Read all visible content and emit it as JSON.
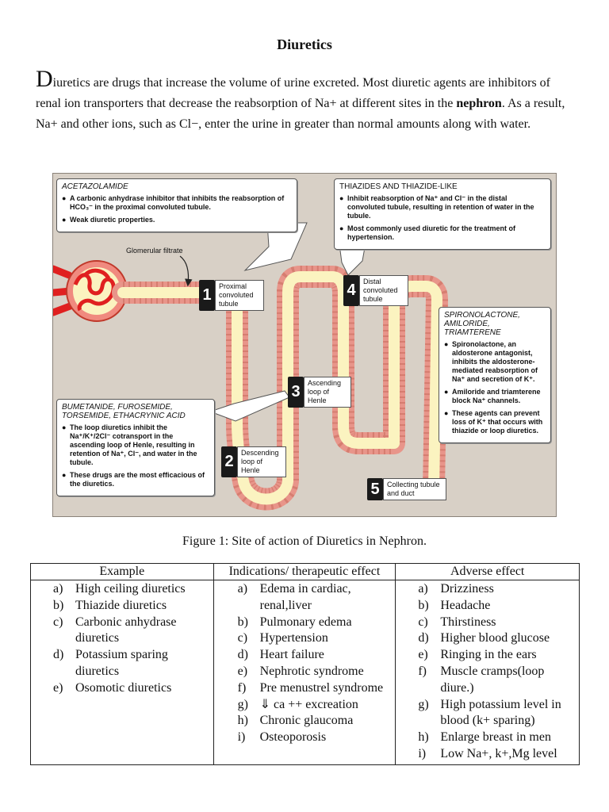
{
  "title": "Diuretics",
  "intro": {
    "dropcap": "D",
    "part1": "iuretics are drugs that increase the volume of urine excreted. Most diuretic agents are inhibitors of renal ion transporters that decrease the reabsorption of Na+ at different sites in the ",
    "bold": "nephron",
    "part2": ". As a result, Na+ and other ions, such as Cl−, enter the urine in greater than normal amounts along with water."
  },
  "figure": {
    "acetazolamide": {
      "heading": "ACETAZOLAMIDE",
      "points": [
        "A carbonic anhydrase inhibitor that inhibits the reabsorption of HCO₃⁻ in the proximal convoluted tubule.",
        "Weak diuretic properties."
      ]
    },
    "thiazides": {
      "heading": "THIAZIDES AND THIAZIDE-LIKE",
      "points": [
        "Inhibit reabsorption of Na⁺ and Cl⁻ in the distal convoluted tubule, resulting in retention of water in the tubule.",
        "Most commonly used diuretic for the treatment of hypertension."
      ]
    },
    "spironolactone": {
      "heading": "SPIRONOLACTONE, AMILORIDE, TRIAMTERENE",
      "points": [
        "Spironolactone, an aldosterone antagonist, inhibits the aldosterone-mediated reabsorption of Na⁺ and secretion of K⁺.",
        "Amiloride and triamterene block Na⁺ channels.",
        "These agents can prevent loss of K⁺ that occurs with thiazide or loop diuretics."
      ]
    },
    "loop": {
      "heading": "BUMETANIDE, FUROSEMIDE, TORSEMIDE, ETHACRYNIC ACID",
      "points": [
        "The loop diuretics inhibit the Na⁺/K⁺/2Cl⁻ cotransport in the ascending loop of Henle, resulting in retention of Na⁺, Cl⁻, and water in the tubule.",
        "These drugs are the most efficacious of the diuretics."
      ]
    },
    "glomerular_label": "Glomerular filtrate",
    "sites": [
      {
        "num": "1",
        "label": "Proximal convoluted tubule"
      },
      {
        "num": "2",
        "label": "Descending loop of Henle"
      },
      {
        "num": "3",
        "label": "Ascending loop of Henle"
      },
      {
        "num": "4",
        "label": "Distal convoluted tubule"
      },
      {
        "num": "5",
        "label": "Collecting tubule and duct"
      }
    ],
    "colors": {
      "background": "#d8d0c6",
      "tubule_wall": "#e8958a",
      "tubule_lumen": "#fbf3c0",
      "artery": "#e02020"
    }
  },
  "caption": "Figure 1: Site of action of Diuretics in Nephron.",
  "table": {
    "headers": [
      "Example",
      "Indications/ therapeutic effect",
      "Adverse effect"
    ],
    "examples": [
      {
        "m": "a)",
        "t": "High ceiling diuretics"
      },
      {
        "m": "b)",
        "t": "Thiazide diuretics"
      },
      {
        "m": "c)",
        "t": "Carbonic anhydrase diuretics"
      },
      {
        "m": "d)",
        "t": "Potassium sparing diuretics"
      },
      {
        "m": "e)",
        "t": "Osomotic diuretics"
      }
    ],
    "indications": [
      {
        "m": "a)",
        "t": "Edema in cardiac, renal,liver"
      },
      {
        "m": "b)",
        "t": "Pulmonary edema"
      },
      {
        "m": "c)",
        "t": "Hypertension"
      },
      {
        "m": "d)",
        "t": "Heart failure"
      },
      {
        "m": "e)",
        "t": "Nephrotic syndrome"
      },
      {
        "m": "f)",
        "t": "Pre menustrel syndrome"
      },
      {
        "m": "g)",
        "t": "⇓ ca ++ excreation"
      },
      {
        "m": "h)",
        "t": "Chronic glaucoma"
      },
      {
        "m": "i)",
        "t": "Osteoporosis"
      }
    ],
    "adverse": [
      {
        "m": "a)",
        "t": "Drizziness"
      },
      {
        "m": "b)",
        "t": "Headache"
      },
      {
        "m": "c)",
        "t": "Thirstiness"
      },
      {
        "m": "d)",
        "t": "Higher blood glucose"
      },
      {
        "m": "e)",
        "t": "Ringing in the ears"
      },
      {
        "m": "f)",
        "t": "Muscle cramps(loop diure.)"
      },
      {
        "m": "g)",
        "t": "High potassium level in blood (k+ sparing)"
      },
      {
        "m": "h)",
        "t": "Enlarge breast in men"
      },
      {
        "m": "i)",
        "t": "Low Na+, k+,Mg level"
      }
    ]
  }
}
